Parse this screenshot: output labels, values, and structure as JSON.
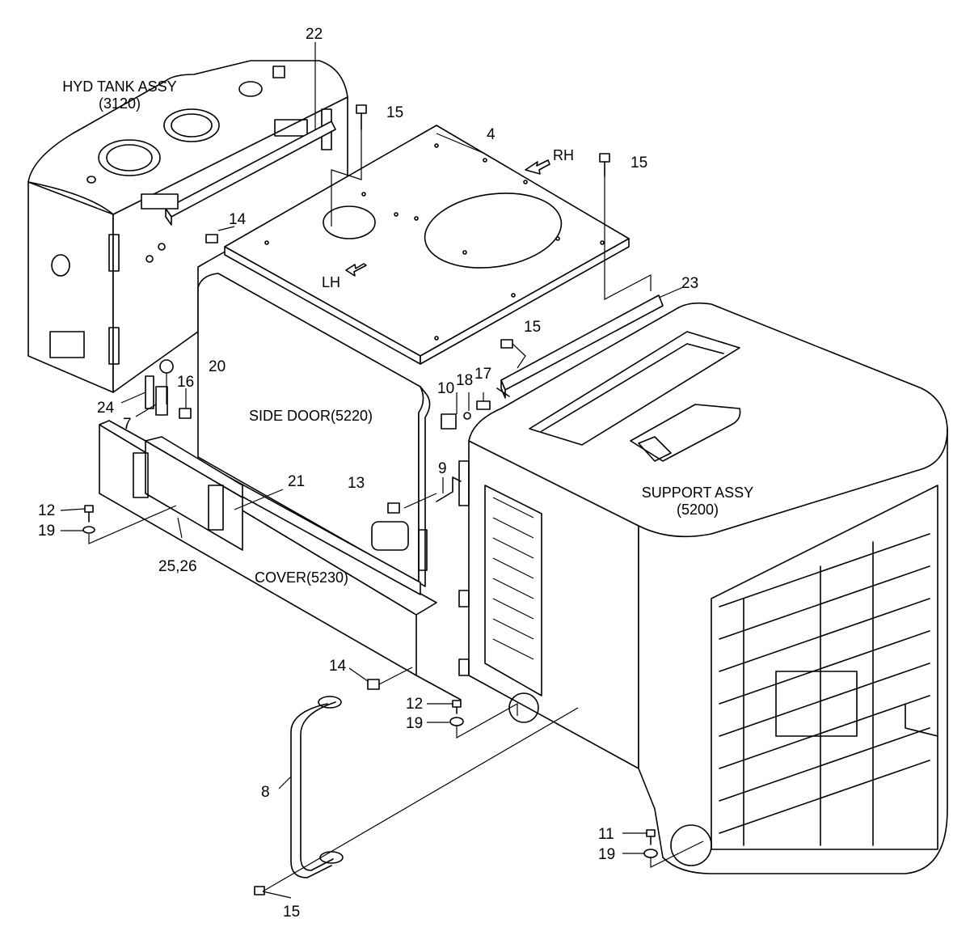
{
  "assemblies": {
    "hyd_tank_name": "HYD TANK ASSY",
    "hyd_tank_code": "(3120)",
    "side_door": "SIDE DOOR(5220)",
    "support_name": "SUPPORT ASSY",
    "support_code": "(5200)",
    "cover": "COVER(5230)"
  },
  "directions": {
    "rh": "RH",
    "lh": "LH"
  },
  "callouts": {
    "c22": "22",
    "c15a": "15",
    "c4": "4",
    "c15b": "15",
    "c14a": "14",
    "c23": "23",
    "c15c": "15",
    "c20": "20",
    "c16": "16",
    "c24": "24",
    "c7": "7",
    "c10": "10",
    "c18": "18",
    "c17": "17",
    "c9": "9",
    "c13": "13",
    "c21": "21",
    "c12a": "12",
    "c19a": "19",
    "c2526": "25,26",
    "c14b": "14",
    "c12b": "12",
    "c19b": "19",
    "c8": "8",
    "c11": "11",
    "c19c": "19",
    "c15d": "15"
  }
}
